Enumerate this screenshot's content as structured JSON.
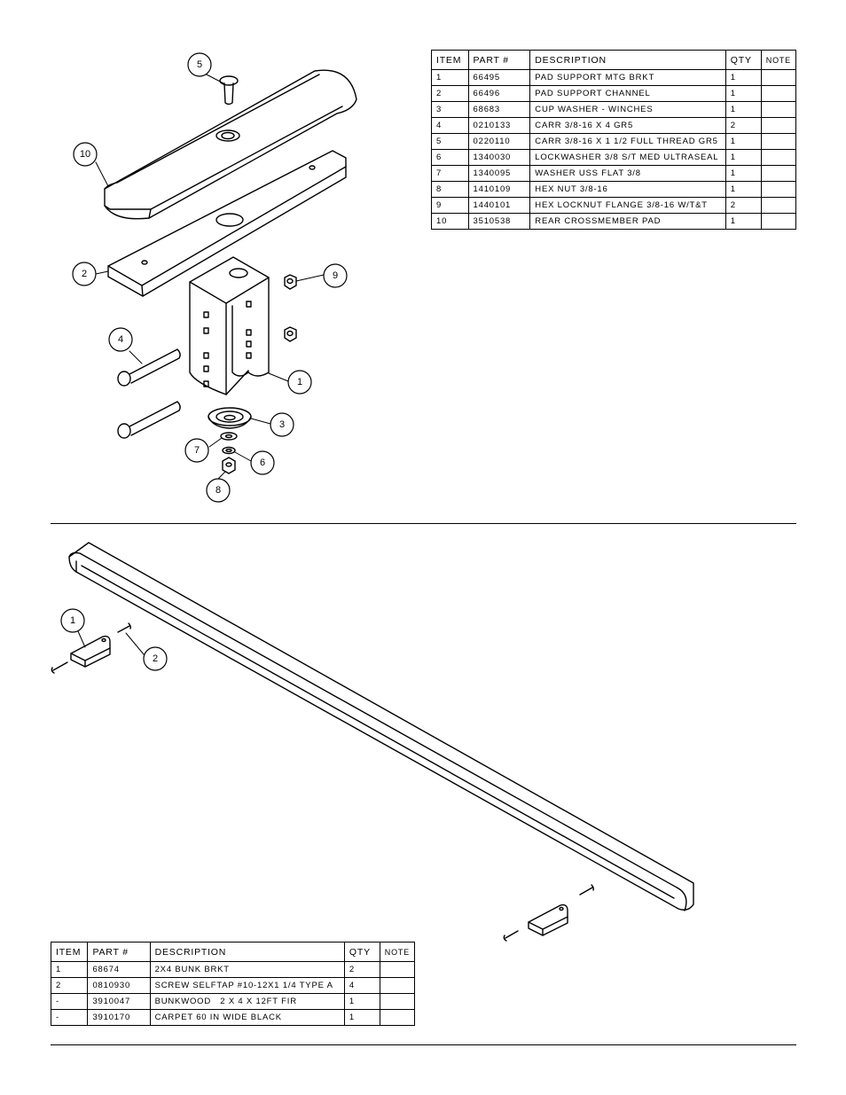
{
  "callouts_top": [
    "5",
    "10",
    "2",
    "9",
    "4",
    "1",
    "3",
    "7",
    "6",
    "8"
  ],
  "callouts_bottom": [
    "1",
    "2"
  ],
  "table_top": {
    "headers": [
      "ITEM",
      "PART #",
      "DESCRIPTION",
      "QTY",
      "NOTE"
    ],
    "rows": [
      [
        "1",
        "66495",
        "PAD SUPPORT MTG BRKT",
        "1",
        ""
      ],
      [
        "2",
        "66496",
        "PAD SUPPORT CHANNEL",
        "1",
        ""
      ],
      [
        "3",
        "68683",
        "CUP WASHER - WINCHES",
        "1",
        ""
      ],
      [
        "4",
        "0210133",
        "CARR 3/8-16 X 4 GR5",
        "2",
        ""
      ],
      [
        "5",
        "0220110",
        "CARR 3/8-16 X 1 1/2 FULL THREAD GR5",
        "1",
        ""
      ],
      [
        "6",
        "1340030",
        "LOCKWASHER 3/8 S/T MED ULTRASEAL",
        "1",
        ""
      ],
      [
        "7",
        "1340095",
        "WASHER USS FLAT 3/8",
        "1",
        ""
      ],
      [
        "8",
        "1410109",
        "HEX NUT 3/8-16",
        "1",
        ""
      ],
      [
        "9",
        "1440101",
        "HEX LOCKNUT FLANGE 3/8-16 W/T&T",
        "2",
        ""
      ],
      [
        "10",
        "3510538",
        "REAR CROSSMEMBER PAD",
        "1",
        ""
      ]
    ]
  },
  "table_bottom": {
    "headers": [
      "ITEM",
      "PART #",
      "DESCRIPTION",
      "QTY",
      "NOTE"
    ],
    "rows": [
      [
        "1",
        "68674",
        "2X4 BUNK BRKT",
        "2",
        ""
      ],
      [
        "2",
        "0810930",
        "SCREW SELFTAP #10-12X1 1/4 TYPE A",
        "4",
        ""
      ],
      [
        "-",
        "3910047",
        "BUNKWOOD   2 X 4 X 12FT FIR",
        "1",
        ""
      ],
      [
        "-",
        "3910170",
        "CARPET 60 IN WIDE BLACK",
        "1",
        ""
      ]
    ]
  }
}
